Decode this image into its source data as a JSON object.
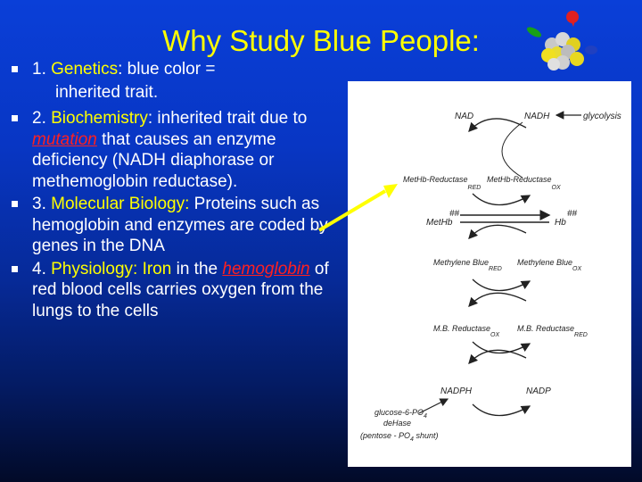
{
  "slide": {
    "title": "Why Study Blue People:",
    "bullets": [
      {
        "num": "1. ",
        "head": "Genetics",
        "line1": ": blue color =",
        "line2": "inherited trait."
      },
      {
        "num": "2. ",
        "head": "Biochemistry",
        "t1": ": inherited trait due to ",
        "em": "mutation",
        "t2": " that causes an enzyme deficiency (NADH diaphorase or methemoglobin reductase)."
      },
      {
        "num": "3. ",
        "head": "Molecular Biology:",
        "t1": " Proteins such as hemoglobin and enzymes are coded by genes in the DNA"
      },
      {
        "num": "4. ",
        "head": "Physiology: ",
        "kw": "Iron",
        "t1": " in the ",
        "em": "hemoglobin",
        "t2": " of red blood cells carries oxygen from the lungs to the cells"
      }
    ]
  },
  "diagram": {
    "nad": "NAD",
    "nadh": "NADH",
    "glycolysis": "glycolysis",
    "reductase_red": "MetHb-Reductase",
    "sub_red": "RED",
    "reductase_ox": "MetHb-Reductase",
    "sub_ox": "OX",
    "methb": "MetHb",
    "hb": "Hb",
    "hash": "##",
    "mb_red": "Methylene Blue",
    "mb_ox": "Methylene Blue",
    "mbr_ox": "M.B. Reductase",
    "mbr_red": "M.B. Reductase",
    "nadph": "NADPH",
    "nadp": "NADP",
    "g6p_1": "glucose-6-PO",
    "g6p_sub": "4",
    "g6p_2": "deHase",
    "g6p_3a": "(pentose - PO",
    "g6p_3b": " shunt)"
  },
  "colors": {
    "background": "#0a3fd8",
    "title": "#ffff00",
    "keyword": "#ffff00",
    "emphasis": "#ff2020",
    "text": "#ffffff"
  }
}
